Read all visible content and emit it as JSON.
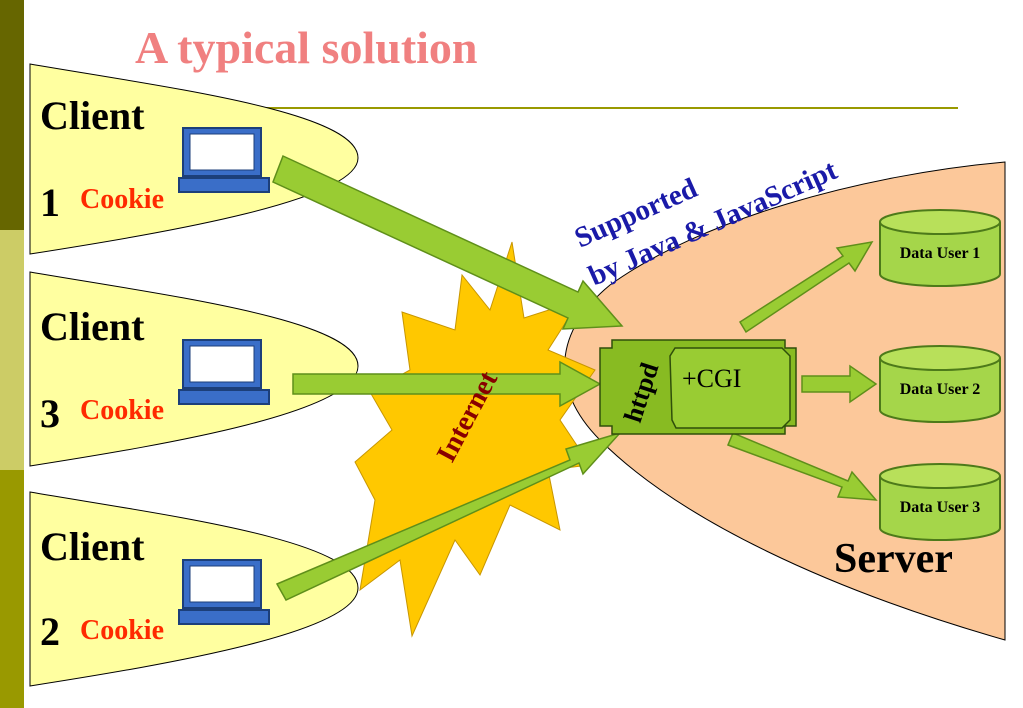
{
  "slide": {
    "title": "A typical solution"
  },
  "clients": [
    {
      "label": "Client",
      "number": "1",
      "cookie": "Cookie"
    },
    {
      "label": "Client",
      "number": "3",
      "cookie": "Cookie"
    },
    {
      "label": "Client",
      "number": "2",
      "cookie": "Cookie"
    }
  ],
  "internet": {
    "label": "Internet"
  },
  "server": {
    "label": "Server",
    "supported_line1": "Supported",
    "supported_line2": "by Java & JavaScript",
    "httpd_label": "httpd",
    "cgi_label": "+CGI",
    "data_users": [
      "Data User 1",
      "Data User 2",
      "Data User 3"
    ]
  },
  "colors": {
    "title": "#f08080",
    "client_fill": "#ffffa0",
    "server_fill": "#fcc89a",
    "internet_fill": "#ffc800",
    "arrow_fill": "#99cc33",
    "cookie": "#ff2a00",
    "supported": "#1a1aa8",
    "sidebar_dark": "#666600",
    "sidebar_light": "#cccc66",
    "sidebar_mid": "#999900"
  }
}
